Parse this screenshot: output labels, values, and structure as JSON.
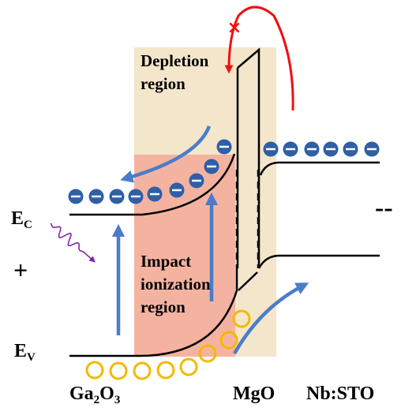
{
  "regions": {
    "depletion": {
      "line1": "Depletion",
      "line2": "region",
      "color": "#f3e6cb"
    },
    "impact": {
      "line1": "Impact",
      "line2": "ionization",
      "line3": "region",
      "color": "#f4b3a0"
    }
  },
  "band_labels": {
    "ec": {
      "main": "E",
      "sub": "C"
    },
    "ev": {
      "main": "E",
      "sub": "V"
    },
    "plus": "+",
    "minus": "--"
  },
  "materials": {
    "ga2o3": {
      "p1": "Ga",
      "s1": "2",
      "p2": "O",
      "s2": "3"
    },
    "mgo": "MgO",
    "nbsto": "Nb:STO"
  },
  "blocked_mark": "×",
  "colors": {
    "electron": "#2f5fa7",
    "hole": "#f5b800",
    "blue_arrow": "#4a7cc9",
    "red_arrow": "#ee1111",
    "photon": "#7d2aa8",
    "band": "#000000"
  }
}
